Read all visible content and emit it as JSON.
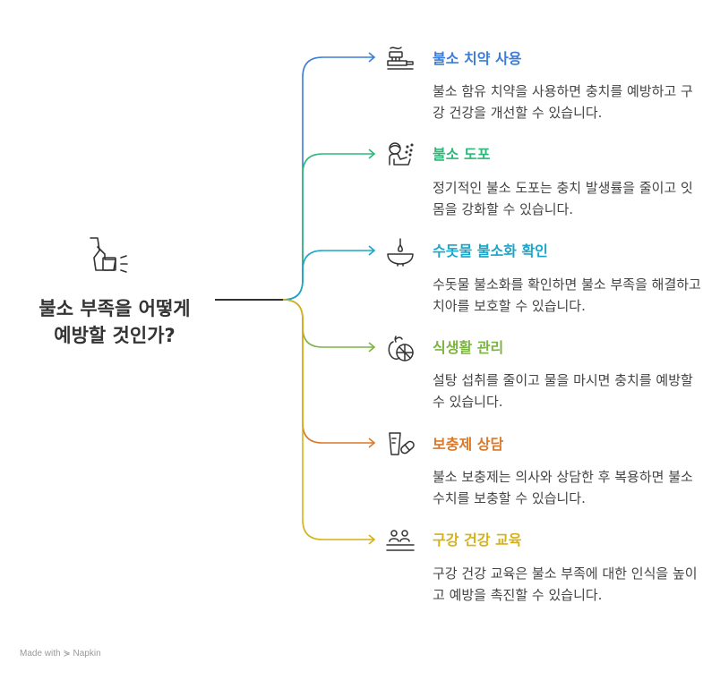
{
  "central": {
    "line1": "불소 부족을 어떻게",
    "line2": "예방할 것인가?"
  },
  "branches": [
    {
      "title": "불소 치약 사용",
      "description": "불소 함유 치약을 사용하면 충치를 예방하고 구강 건강을 개선할 수 있습니다.",
      "color": "#3b7dd8",
      "icon": "toothbrush-icon"
    },
    {
      "title": "불소 도포",
      "description": "정기적인 불소 도포는 충치 발생률을 줄이고 잇몸을 강화할 수 있습니다.",
      "color": "#2eb87a",
      "icon": "dentist-icon"
    },
    {
      "title": "수돗물 불소화 확인",
      "description": "수돗물 불소화를 확인하면 불소 부족을 해결하고 치아를 보호할 수 있습니다.",
      "color": "#1ba6c9",
      "icon": "water-basin-icon"
    },
    {
      "title": "식생활 관리",
      "description": "설탕 섭취를 줄이고 물을 마시면 충치를 예방할 수 있습니다.",
      "color": "#7cb342",
      "icon": "fruit-icon"
    },
    {
      "title": "보충제 상담",
      "description": "불소 보충제는 의사와 상담한 후 복용하면 불소 수치를 보충할 수 있습니다.",
      "color": "#d9792b",
      "icon": "supplement-icon"
    },
    {
      "title": "구강 건강 교육",
      "description": "구강 건강 교육은 불소 부족에 대한 인식을 높이고 예방을 촉진할 수 있습니다.",
      "color": "#d4b21a",
      "icon": "education-icon"
    }
  ],
  "footer": "Made with ⋟ Napkin"
}
